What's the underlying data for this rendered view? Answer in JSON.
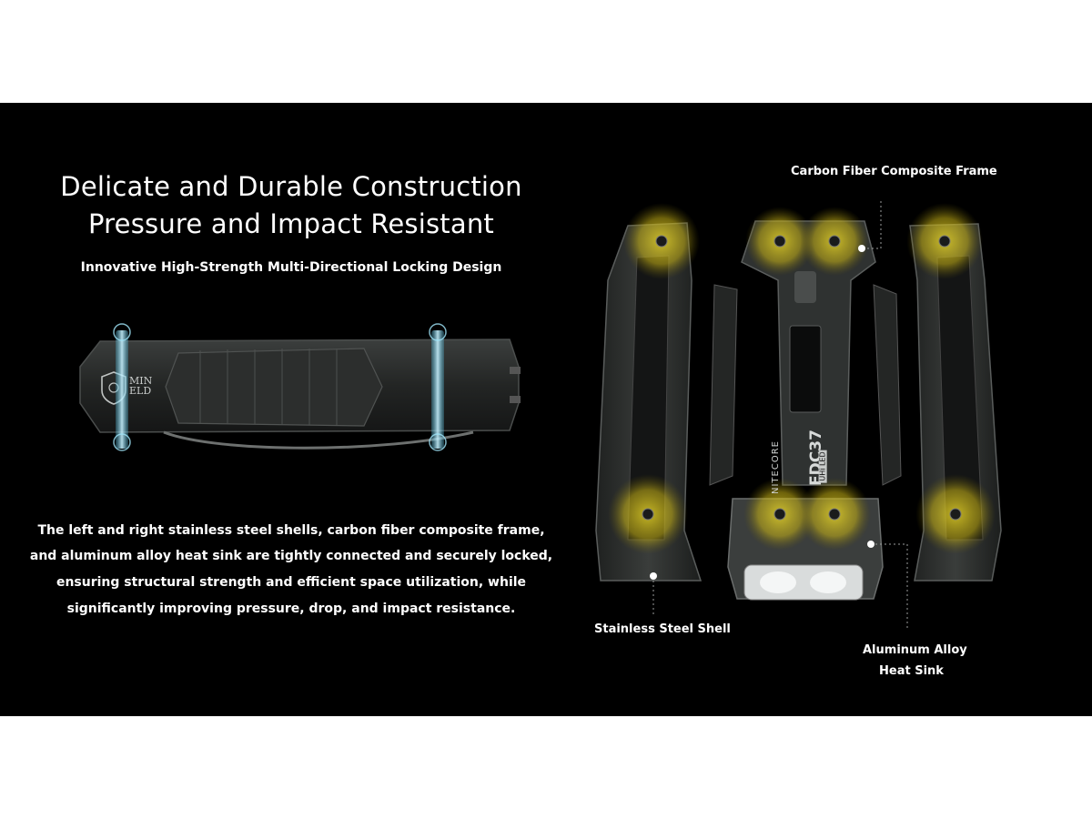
{
  "headline": {
    "line1": "Delicate and Durable Construction",
    "line2": "Pressure and Impact Resistant"
  },
  "subheadline": "Innovative High-Strength Multi-Directional Locking Design",
  "description": [
    "The left and right stainless steel shells, carbon fiber composite frame,",
    "and aluminum alloy heat sink are tightly connected and securely locked,",
    "ensuring structural strength and efficient space utilization, while",
    "significantly improving pressure, drop, and impact resistance."
  ],
  "callouts": {
    "frame": "Carbon Fiber Composite Frame",
    "shell": "Stainless Steel Shell",
    "heatsink_line1": "Aluminum Alloy",
    "heatsink_line2": "Heat Sink"
  },
  "product": {
    "brand": "NITECORE",
    "model": "EDC37",
    "led_badge": "UHi LED",
    "shield_text_line1": "MIN",
    "shield_text_line2": "ELD"
  },
  "colors": {
    "background": "#000000",
    "text": "#ffffff",
    "highlight": "#e6d21a",
    "body": "#2b2d2c",
    "screw_glow": "#7fd8f0"
  }
}
